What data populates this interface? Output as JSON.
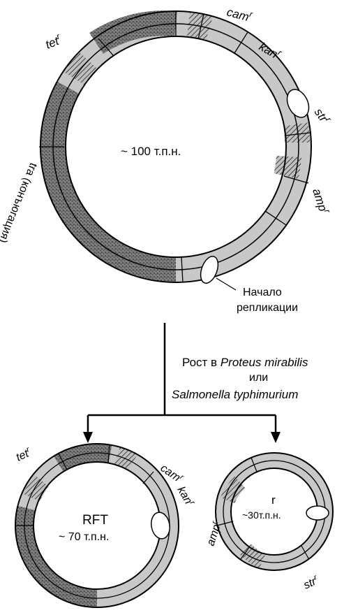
{
  "big_plasmid": {
    "size_label": "~ 100 т.п.н.",
    "gene_labels": {
      "tet": "tet",
      "cam": "cam",
      "kan": "kan",
      "str": "str",
      "amp": "amp",
      "resistance_superscript": "r"
    },
    "tra_label": "tra (конъюгация)",
    "origin_label_line1": "Начало",
    "origin_label_line2": "репликации"
  },
  "growth_condition": {
    "line1_prefix": "Рост в ",
    "line1_species": "Proteus mirabilis",
    "line2": "или",
    "line3": "Salmonella typhimurium"
  },
  "rtf_plasmid": {
    "name": "RFT",
    "size_label": "~ 70 т.п.н."
  },
  "r_plasmid": {
    "name": "r",
    "size_label": "~30т.п.н."
  },
  "colors": {
    "ring_light": "#c8c8c8",
    "ring_dark": "#6e6e6e",
    "stroke": "#000000"
  }
}
